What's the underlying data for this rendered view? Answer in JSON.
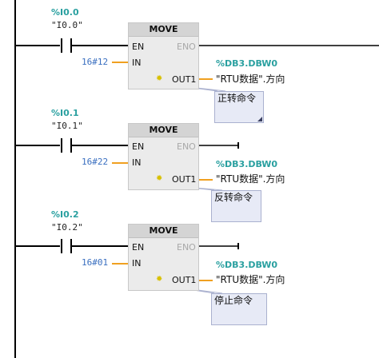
{
  "networks": [
    {
      "contact": {
        "address": "%I0.0",
        "tag": "\"I0.0\""
      },
      "box": {
        "title": "MOVE",
        "en": "EN",
        "eno": "ENO",
        "in_pin": "IN",
        "out_pin": "OUT1"
      },
      "input_value": "16#12",
      "output": {
        "address": "%DB3.DBW0",
        "symbol": "\"RTU数据\".方向"
      },
      "comment": "正转命令",
      "comment_selected": true
    },
    {
      "contact": {
        "address": "%I0.1",
        "tag": "\"I0.1\""
      },
      "box": {
        "title": "MOVE",
        "en": "EN",
        "eno": "ENO",
        "in_pin": "IN",
        "out_pin": "OUT1"
      },
      "input_value": "16#22",
      "output": {
        "address": "%DB3.DBW0",
        "symbol": "\"RTU数据\".方向"
      },
      "comment": "反转命令",
      "comment_selected": false
    },
    {
      "contact": {
        "address": "%I0.2",
        "tag": "\"I0.2\""
      },
      "box": {
        "title": "MOVE",
        "en": "EN",
        "eno": "ENO",
        "in_pin": "IN",
        "out_pin": "OUT1"
      },
      "input_value": "16#01",
      "output": {
        "address": "%DB3.DBW0",
        "symbol": "\"RTU数据\".方向"
      },
      "comment": "停止命令",
      "comment_selected": false
    }
  ],
  "colors": {
    "power_rail": "#000000",
    "wire": "#000000",
    "pin_line": "#f0a020",
    "address": "#2aa0a0",
    "constant": "#3a6fc0",
    "box_fill": "#ebebeb",
    "box_header": "#d4d4d4",
    "comment_fill": "#e7eaf6",
    "eno_disabled": "#a8a8a8"
  },
  "icons": {
    "out_pin_marker": "gear-icon",
    "comment_resize": "resize-corner-icon"
  }
}
